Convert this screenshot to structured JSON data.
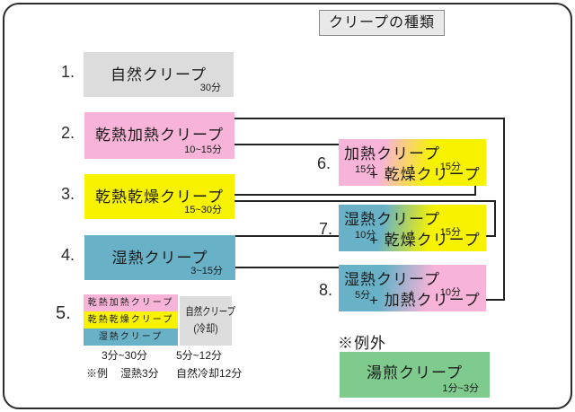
{
  "title": "クリープの種類",
  "left_boxes": [
    {
      "number": "1.",
      "label": "自然クリープ",
      "time": "30分"
    },
    {
      "number": "2.",
      "label": "乾熱加熱クリープ",
      "time": "10~15分"
    },
    {
      "number": "3.",
      "label": "乾熱乾燥クリープ",
      "time": "15~30分"
    },
    {
      "number": "4.",
      "label": "湿熱クリープ",
      "time": "3~15分"
    }
  ],
  "item5": {
    "number": "5.",
    "stack": [
      {
        "label": "乾熱加熱クリープ"
      },
      {
        "label": "乾熱乾燥クリープ"
      },
      {
        "label": "湿熱クリープ"
      }
    ],
    "cooling": {
      "line1": "自然クリープ",
      "line2": "(冷却)"
    },
    "stack_time": "3分~30分",
    "cooling_time": "5分~12分",
    "example": {
      "prefix": "※例",
      "moist": "湿熱3分",
      "cooling": "自然冷却12分"
    }
  },
  "combos": [
    {
      "number": "6.",
      "line1": "加熱クリープ",
      "time_left": "15分",
      "plus": "+",
      "time_right": "15分",
      "line2": "+ 乾燥クリープ"
    },
    {
      "number": "7.",
      "line1": "湿熱クリープ",
      "time_left": "10分",
      "plus": "+",
      "time_right": "15分",
      "line2": "+ 乾燥クリープ"
    },
    {
      "number": "8.",
      "line1": "湿熱クリープ",
      "time_left": "5分",
      "plus": "+",
      "time_right": "10分",
      "line2": "+ 加熱クリープ"
    }
  ],
  "exception": {
    "label": "※例外",
    "box_label": "湯煎クリープ",
    "time": "1分~3分"
  },
  "colors": {
    "pink": "#f8b3d8",
    "yellow": "#f7f300",
    "teal": "#68b1c7",
    "gray": "#dcdcdc",
    "green": "#7ecb8d",
    "line": "#232323"
  }
}
